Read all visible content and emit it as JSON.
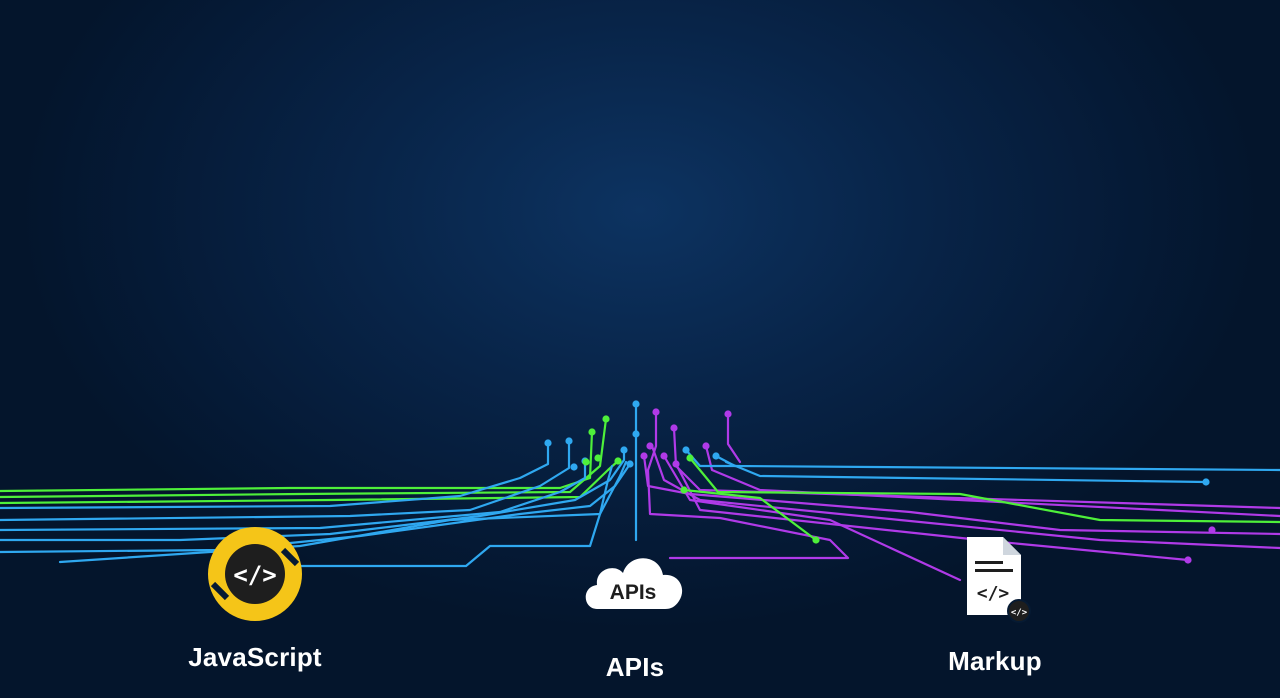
{
  "nodes": [
    {
      "id": "js",
      "label": "JavaScript",
      "icon": "javascript-icon",
      "glyph": "</>"
    },
    {
      "id": "apis",
      "label": "APIs",
      "icon": "cloud-api-icon",
      "glyph": "APIs"
    },
    {
      "id": "markup",
      "label": "Markup",
      "icon": "code-document-icon",
      "glyph": "</>"
    }
  ],
  "colors": {
    "background": "#061a33",
    "blue": "#2fa8f0",
    "green": "#4ef03a",
    "purple": "#b03ae8",
    "js_yellow": "#f5c518",
    "icon_dark": "#1e1e1e",
    "label": "#ffffff"
  }
}
